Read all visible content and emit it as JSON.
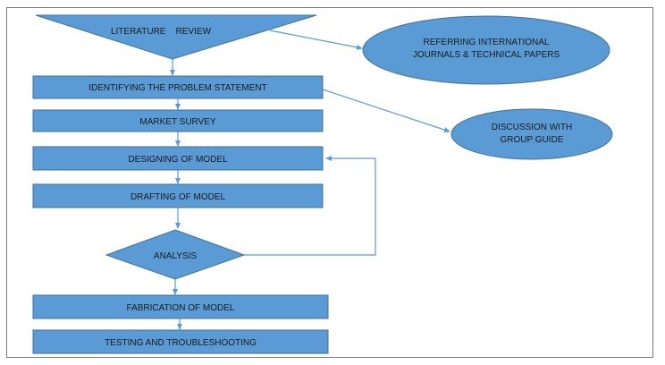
{
  "nodes": {
    "literature_review": "LITERATURE    REVIEW",
    "referring": [
      "REFERRING INTERNATIONAL",
      "JOURNALS & TECHNICAL PAPERS"
    ],
    "problem_statement": "IDENTIFYING THE PROBLEM STATEMENT",
    "discussion": [
      "DISCUSSION WITH",
      "GROUP GUIDE"
    ],
    "market_survey": "MARKET SURVEY",
    "designing": "DESIGNING OF MODEL",
    "drafting": "DRAFTING OF MODEL",
    "analysis": "ANALYSIS",
    "fabrication": "FABRICATION OF MODEL",
    "testing": "TESTING AND TROUBLESHOOTING"
  },
  "colors": {
    "fill": "#5b9bd5",
    "stroke": "#41719c",
    "connector": "#5b9bd5",
    "text": "#1a1a1a"
  }
}
